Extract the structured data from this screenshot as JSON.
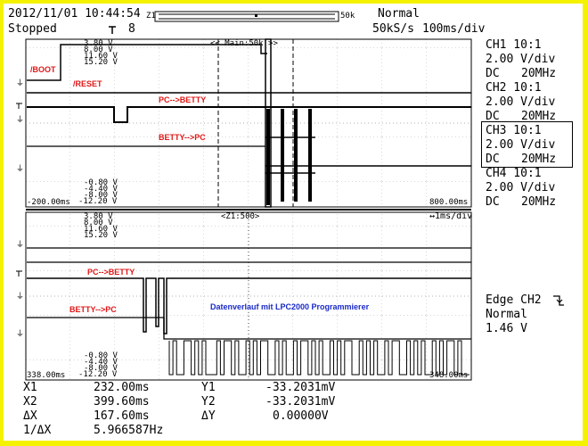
{
  "header": {
    "datetime": "2012/11/01 10:44:54",
    "zoom_marker_z1": "Z1",
    "zoom_marker_50k": "50k",
    "mode": "Normal",
    "status": "Stopped",
    "trigger_count": "8",
    "sample_rate": "50kS/s",
    "timebase": "100ms/div"
  },
  "channels": [
    {
      "name": "CH1 10:1",
      "scale": "2.00 V/div",
      "coupling": "DC",
      "bandwidth": "20MHz"
    },
    {
      "name": "CH2 10:1",
      "scale": "2.00 V/div",
      "coupling": "DC",
      "bandwidth": "20MHz"
    },
    {
      "name": "CH3 10:1",
      "scale": "2.00 V/div",
      "coupling": "DC",
      "bandwidth": "20MHz"
    },
    {
      "name": "CH4 10:1",
      "scale": "2.00 V/div",
      "coupling": "DC",
      "bandwidth": "20MHz"
    }
  ],
  "trigger": {
    "type": "Edge CH2",
    "mode": "Normal",
    "level": "1.46 V"
  },
  "main_window": {
    "label": "<< Main:50k >>",
    "upper_levels": [
      "3.80 V",
      "8.00 V",
      "11.60 V",
      "15.20 V"
    ],
    "lower_levels": [
      "-0.80 V",
      "-4.40 V",
      "-8.00 V",
      "-12.20 V"
    ],
    "time_start": "-200.00ms",
    "time_end": "800.00ms",
    "signals": [
      "/BOOT",
      "/RESET",
      "PC-->BETTY",
      "BETTY-->PC"
    ]
  },
  "zoom_window": {
    "label": "<Z1:500>",
    "timebase": "1ms/div",
    "upper_levels": [
      "3.80 V",
      "8.00 V",
      "11.60 V",
      "15.20 V"
    ],
    "lower_levels": [
      "-0.80 V",
      "-4.40 V",
      "-8.00 V",
      "-12.20 V"
    ],
    "time_start": "338.00ms",
    "time_end": "348.00ms",
    "signals": [
      "PC-->BETTY",
      "BETTY-->PC"
    ],
    "annotation": "Datenverlauf mit LPC2000 Programmierer"
  },
  "cursors": {
    "x1_label": "X1",
    "x1_value": "232.00ms",
    "x2_label": "X2",
    "x2_value": "399.60ms",
    "dx_label": "ΔX",
    "dx_value": "167.60ms",
    "inv_dx_label": "1/ΔX",
    "inv_dx_value": "5.966587Hz",
    "y1_label": "Y1",
    "y1_value": "-33.2031mV",
    "y2_label": "Y2",
    "y2_value": "-33.2031mV",
    "dy_label": "ΔY",
    "dy_value": "0.00000V"
  }
}
